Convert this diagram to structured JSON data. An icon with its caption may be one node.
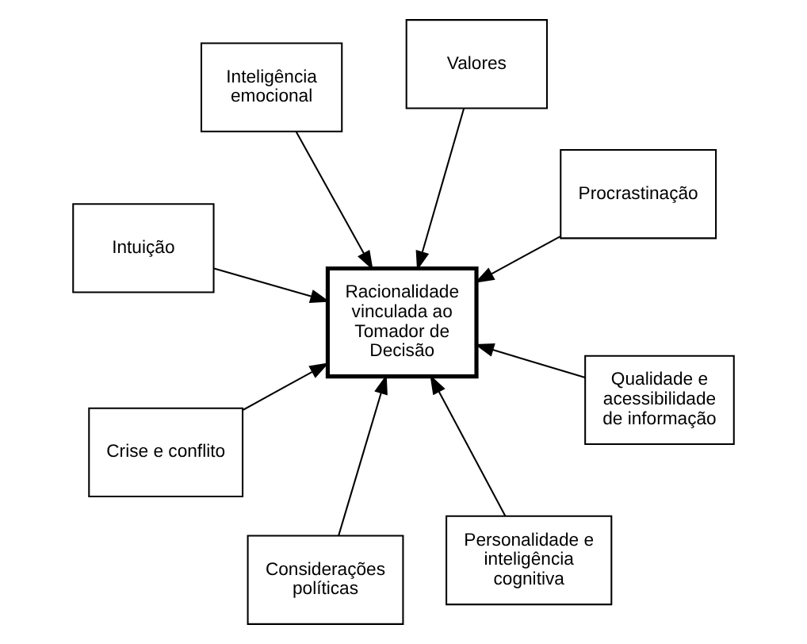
{
  "diagram": {
    "nodes": [
      {
        "text": [
          "Intuição"
        ]
      },
      {
        "text": [
          "Procrastinação"
        ]
      },
      {
        "text": [
          "Personalidade e inteligência cognitiva"
        ]
      },
      {
        "text": [
          "Valores"
        ]
      },
      {
        "text": [
          "Racionalidade vinculada ao Tomador de Decisão"
        ]
      },
      {
        "text": [
          "Inteligência emocional"
        ]
      },
      {
        "text": [
          "Crise e conflito"
        ]
      },
      {
        "text": [
          "Qualidade e acessibilidade de informação"
        ]
      },
      {
        "text": [
          "Considerações políticas"
        ]
      }
    ],
    "edges": [
      {
        "from": 0,
        "to": 4,
        "arrow": "to"
      },
      {
        "from": 1,
        "to": 4,
        "arrow": "to"
      },
      {
        "from": 2,
        "to": 4,
        "arrow": "to"
      },
      {
        "from": 3,
        "to": 4,
        "arrow": "to"
      },
      {
        "from": 5,
        "to": 4,
        "arrow": "to"
      },
      {
        "from": 6,
        "to": 4,
        "arrow": "to"
      },
      {
        "from": 7,
        "to": 4,
        "arrow": "to"
      },
      {
        "from": 8,
        "to": 4,
        "arrow": "to"
      }
    ]
  }
}
